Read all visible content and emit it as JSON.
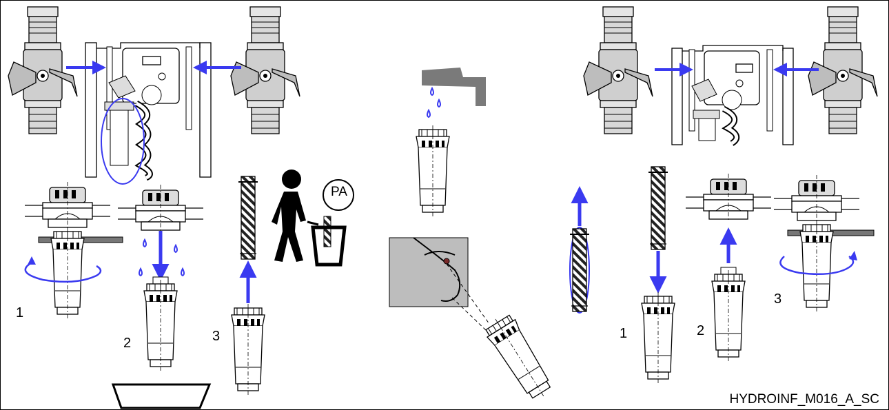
{
  "diagram": {
    "reference_code": "HYDROINF_M016_A_SC",
    "recycle_symbol_text": "PA",
    "removal_steps": [
      "1",
      "2",
      "3"
    ],
    "install_steps": [
      "1",
      "2",
      "3"
    ],
    "colors": {
      "arrow": "#3a3af0",
      "line": "#000000",
      "tap_gray": "#7a7a7a",
      "face_panel": "#bdbdbd",
      "valve_body": "#d9d9d9"
    }
  }
}
